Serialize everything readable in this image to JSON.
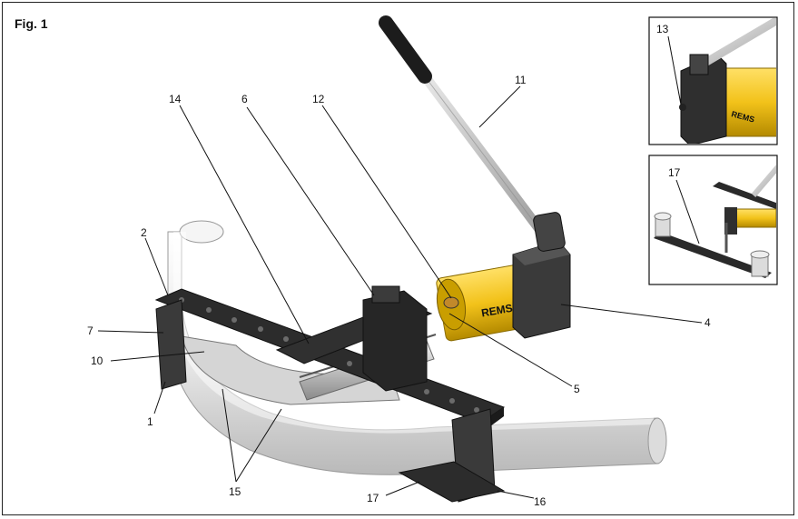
{
  "figure": {
    "title": "Fig. 1"
  },
  "brand_text": "REMS",
  "colors": {
    "pump_yellow": "#f2c21a",
    "steel_dark": "#2f2f2f",
    "pipe_white": "#e9e9e9"
  },
  "callouts": [
    {
      "id": "c2",
      "text": "2"
    },
    {
      "id": "c7",
      "text": "7"
    },
    {
      "id": "c10",
      "text": "10"
    },
    {
      "id": "c1",
      "text": "1"
    },
    {
      "id": "c14",
      "text": "14"
    },
    {
      "id": "c6",
      "text": "6"
    },
    {
      "id": "c12",
      "text": "12"
    },
    {
      "id": "c11",
      "text": "11"
    },
    {
      "id": "c4",
      "text": "4"
    },
    {
      "id": "c5",
      "text": "5"
    },
    {
      "id": "c15",
      "text": "15"
    },
    {
      "id": "c17",
      "text": "17"
    },
    {
      "id": "c16",
      "text": "16"
    },
    {
      "id": "c13",
      "text": "13"
    },
    {
      "id": "c17b",
      "text": "17"
    }
  ]
}
